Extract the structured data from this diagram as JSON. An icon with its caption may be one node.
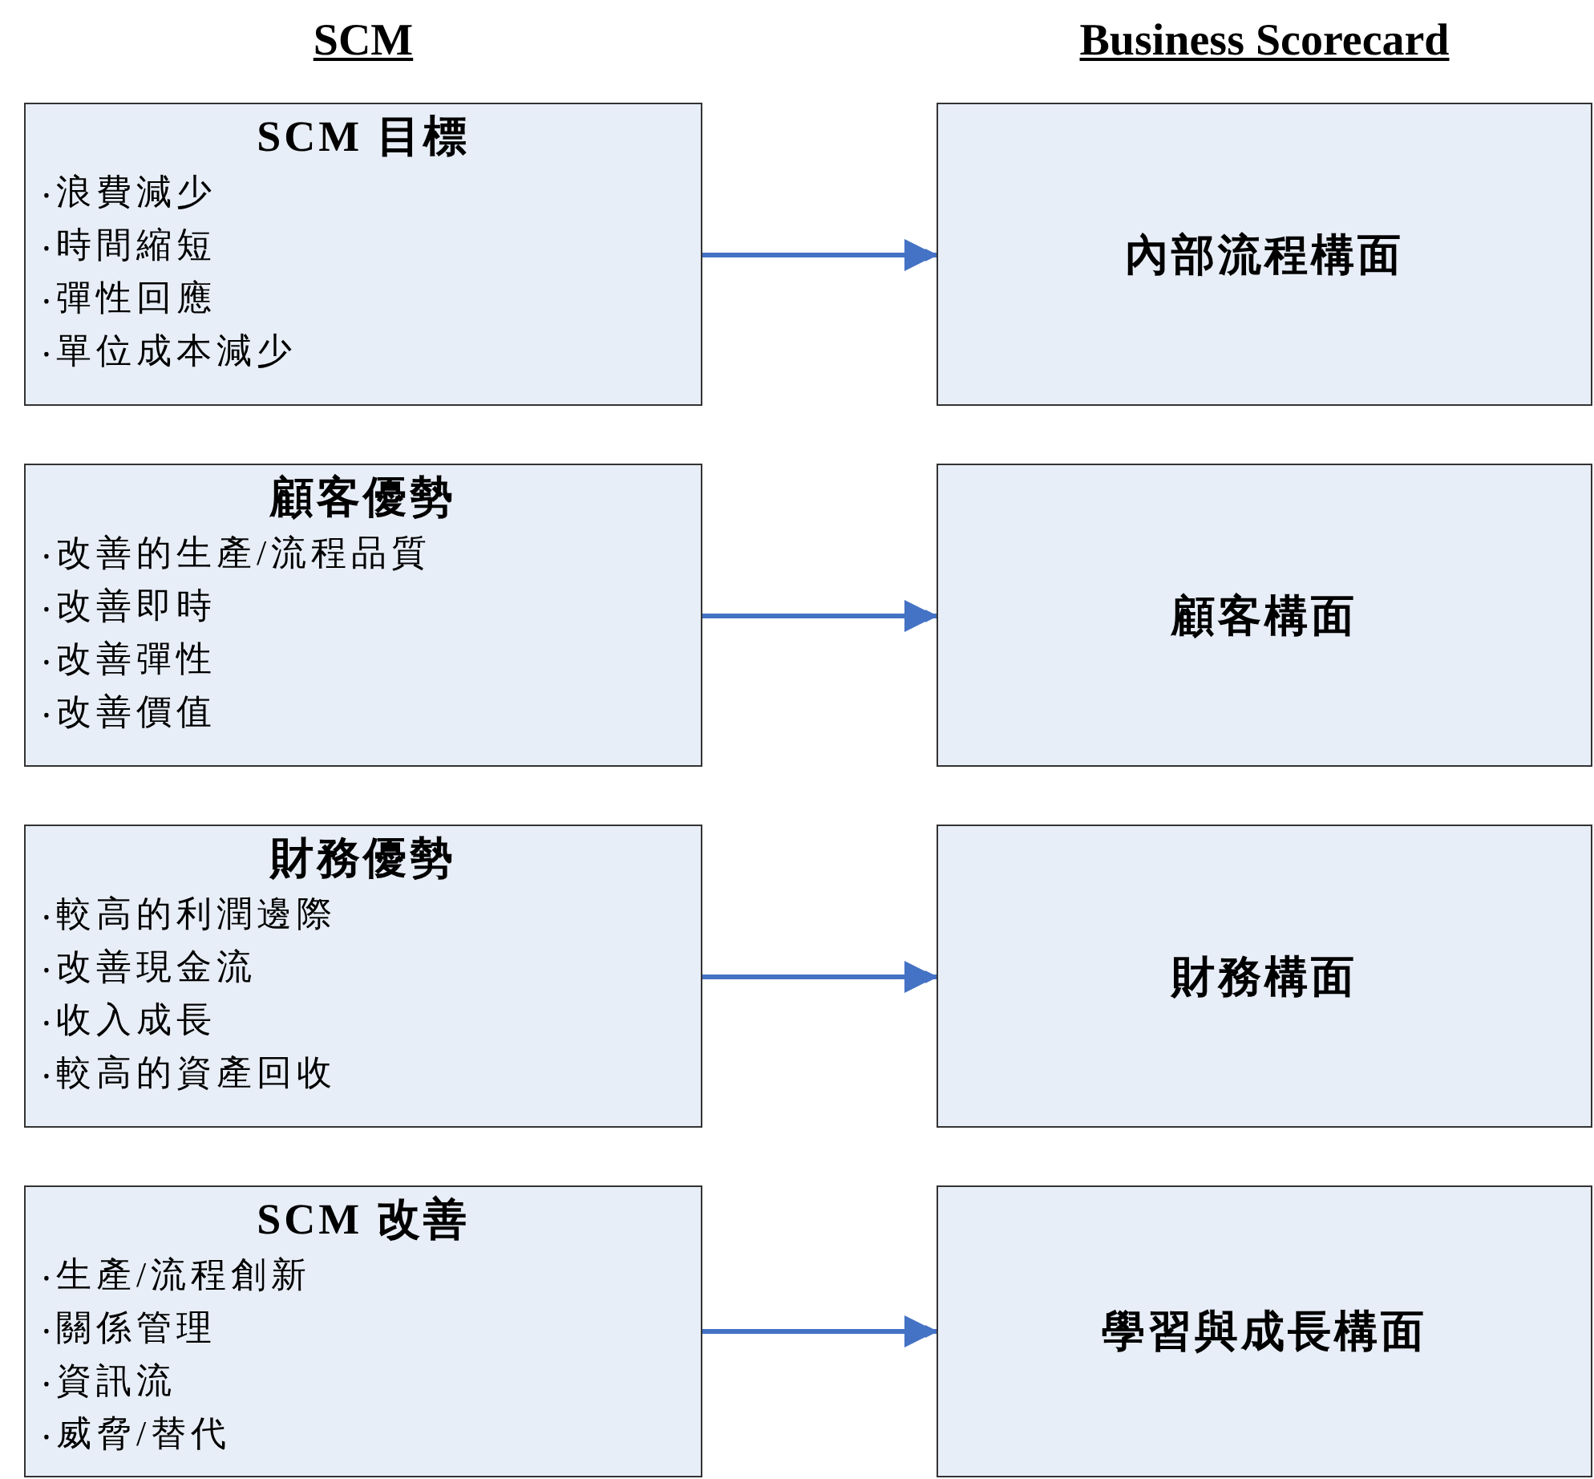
{
  "diagram": {
    "nodes": [
      {
        "text": [
          "SCM 目標",
          "‧浪費減少",
          "‧時間縮短",
          "‧彈性回應",
          "‧單位成本減少"
        ]
      },
      {
        "text": [
          "內部流程構面"
        ]
      },
      {
        "text": [
          "顧客優勢",
          "‧改善的生產/流程品質",
          "‧改善即時",
          "‧改善彈性",
          "‧改善價值"
        ]
      },
      {
        "text": [
          "顧客構面"
        ]
      },
      {
        "text": [
          "財務優勢",
          "‧較高的利潤邊際",
          "‧改善現金流",
          "‧收入成長",
          "‧較高的資產回收"
        ]
      },
      {
        "text": [
          "財務構面"
        ]
      },
      {
        "text": [
          "SCM 改善",
          "‧生產/流程創新",
          "‧關係管理",
          "‧資訊流",
          "‧威脅/替代"
        ]
      },
      {
        "text": [
          "學習與成長構面"
        ]
      }
    ],
    "edges": [
      {
        "from": 0,
        "to": 1,
        "arrow": "to"
      },
      {
        "from": 2,
        "to": 3,
        "arrow": "to"
      },
      {
        "from": 4,
        "to": 5,
        "arrow": "to"
      },
      {
        "from": 6,
        "to": 7,
        "arrow": "to"
      }
    ],
    "labels": [
      "SCM",
      "Business Scorecard"
    ]
  }
}
